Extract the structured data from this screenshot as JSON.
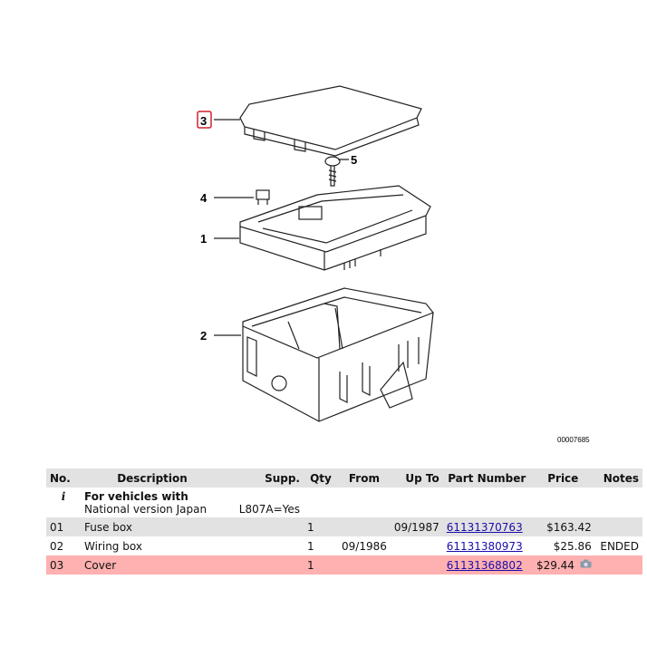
{
  "diagram": {
    "callouts": [
      "3",
      "5",
      "4",
      "1",
      "2"
    ],
    "highlighted_callout": "3",
    "reference_number": "00007685"
  },
  "table": {
    "headers": {
      "no": "No.",
      "description": "Description",
      "supp": "Supp.",
      "qty": "Qty",
      "from": "From",
      "up_to": "Up To",
      "part_number": "Part Number",
      "price": "Price",
      "notes": "Notes"
    },
    "info": {
      "icon": "i",
      "title": "For vehicles with",
      "subtitle": "National version Japan",
      "supp": "L807A=Yes"
    },
    "rows": [
      {
        "no": "01",
        "description": "Fuse box",
        "supp": "",
        "qty": "1",
        "from": "",
        "up_to": "09/1987",
        "part_number": "61131370763",
        "price": "$163.42",
        "notes": ""
      },
      {
        "no": "02",
        "description": "Wiring box",
        "supp": "",
        "qty": "1",
        "from": "09/1986",
        "up_to": "",
        "part_number": "61131380973",
        "price": "$25.86",
        "notes": "ENDED"
      },
      {
        "no": "03",
        "description": "Cover",
        "supp": "",
        "qty": "1",
        "from": "",
        "up_to": "",
        "part_number": "61131368802",
        "price": "$29.44",
        "notes": ""
      }
    ],
    "highlight_color": "#ffb0b0",
    "link_color": "#1a0dab"
  }
}
